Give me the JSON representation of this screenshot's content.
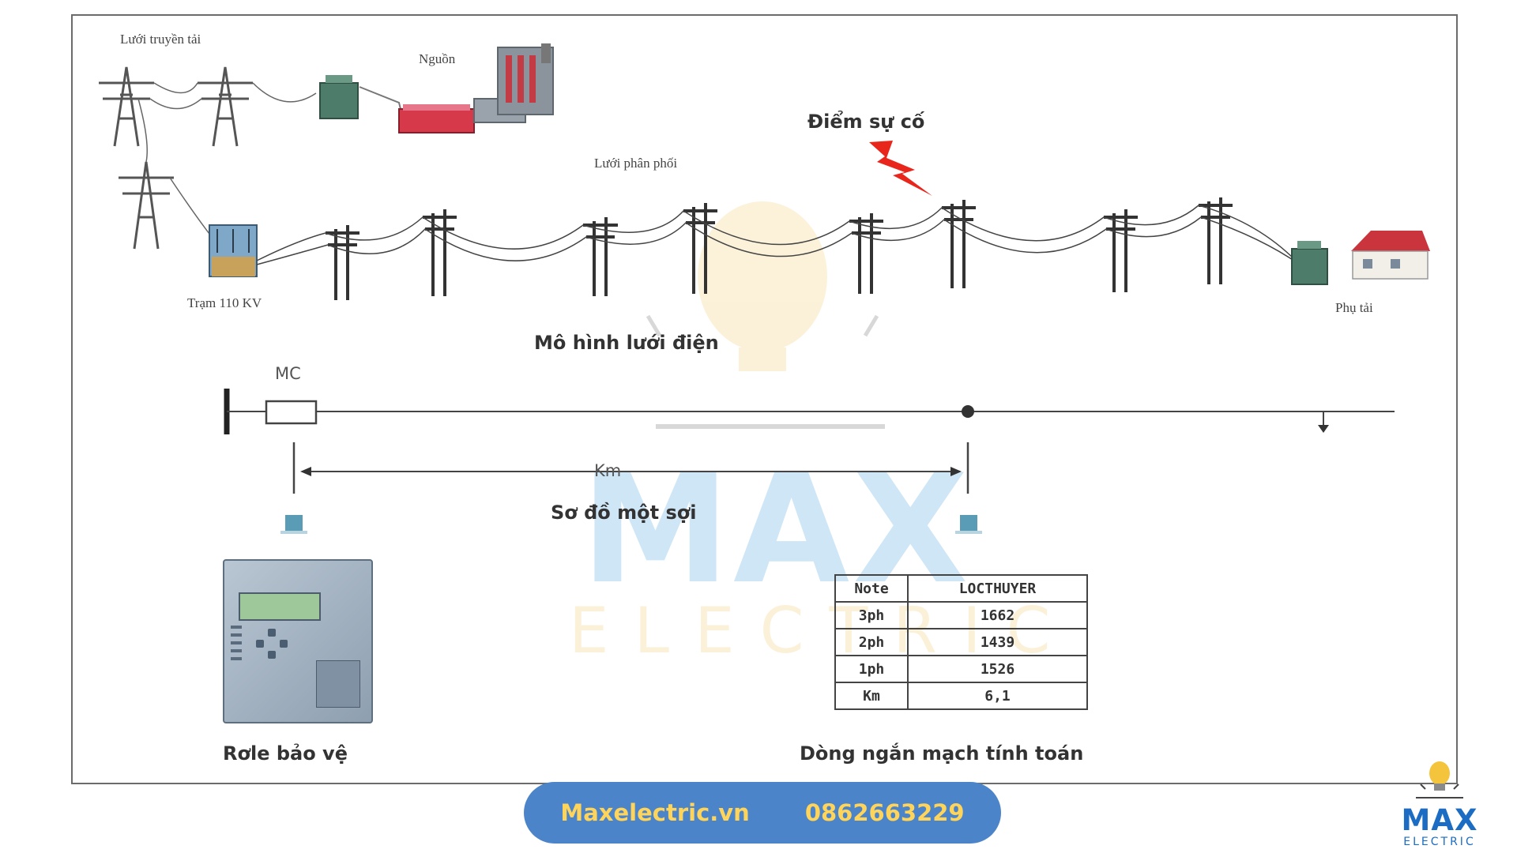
{
  "diagram": {
    "labels": {
      "transmission_grid": "Lưới truyền tải",
      "source": "Nguồn",
      "fault_point": "Điểm sự cố",
      "distribution_grid": "Lưới phân phối",
      "substation": "Trạm 110 KV",
      "load": "Phụ tải",
      "grid_model": "Mô hình lưới điện",
      "breaker": "MC",
      "distance": "Km",
      "single_line": "Sơ đồ một sợi",
      "protection_relay": "Rơle bảo vệ",
      "calc_fault_current": "Dòng ngắn mạch tính  toán"
    },
    "table": {
      "headers": [
        "Note",
        "LOCTHUYER"
      ],
      "rows": [
        {
          "note": "3ph",
          "value": "1662"
        },
        {
          "note": "2ph",
          "value": "1439"
        },
        {
          "note": "1ph",
          "value": "1526"
        },
        {
          "note": "Km",
          "value": "6,1"
        }
      ]
    }
  },
  "watermark": {
    "title": "MAX",
    "subtitle": "ELECTRIC"
  },
  "footer": {
    "website": "Maxelectric.vn",
    "phone": "0862663229"
  },
  "logo": {
    "title": "MAX",
    "subtitle": "ELECTRIC"
  },
  "colors": {
    "accent_blue": "#4b84c8",
    "accent_yellow": "#ffd45a",
    "brand_blue": "#1b6cc2",
    "fault_red": "#e8261c"
  }
}
